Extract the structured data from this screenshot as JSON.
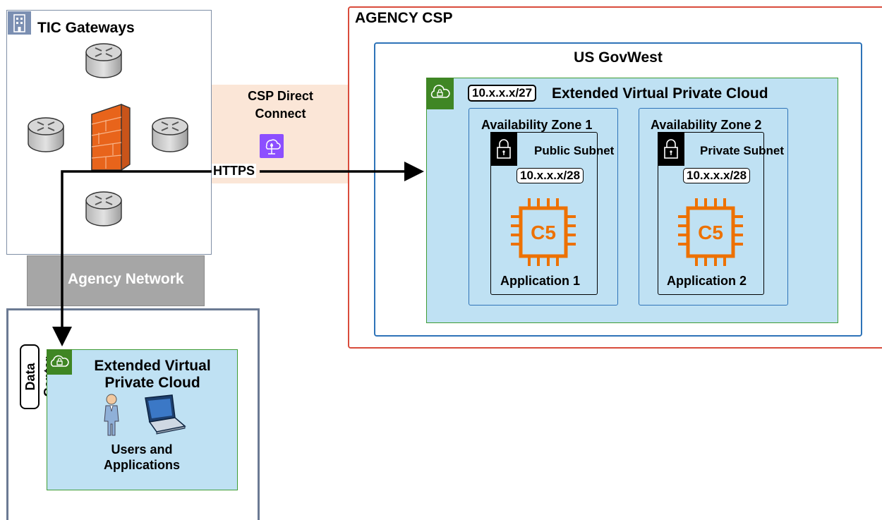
{
  "tic": {
    "title": "TIC Gateways",
    "icon": "building-icon"
  },
  "direct_connect": {
    "title_line1": "CSP Direct",
    "title_line2": "Connect",
    "icon": "direct-connect-icon",
    "protocol": "HTTPS"
  },
  "agency_network": {
    "label": "Agency Network"
  },
  "data_center": {
    "label": "Data Center",
    "vpc": {
      "title_line1": "Extended Virtual",
      "title_line2": "Private Cloud",
      "icon": "cloud-lock-icon"
    },
    "users_line1": "Users and",
    "users_line2": "Applications"
  },
  "csp": {
    "title": "AGENCY CSP",
    "region": "US GovWest",
    "vpc": {
      "cidr": "10.x.x.x/27",
      "title": "Extended Virtual Private Cloud",
      "icon": "cloud-lock-icon"
    },
    "zones": [
      {
        "title": "Availability Zone 1",
        "subnet": "Public Subnet",
        "cidr": "10.x.x.x/28",
        "instance": "C5",
        "app": "Application 1"
      },
      {
        "title": "Availability Zone 2",
        "subnet": "Private Subnet",
        "cidr": "10.x.x.x/28",
        "instance": "C5",
        "app": "Application 2"
      }
    ]
  },
  "colors": {
    "csp_border": "#d94c3c",
    "region_border": "#2e73b8",
    "vpc_fill": "#bfe1f3",
    "vpc_badge": "#3f8624",
    "chip_orange": "#ed7100",
    "firewall": "#e8641b",
    "direct_connect_band": "#fbe6d7",
    "agency_network": "#a6a6a6"
  }
}
